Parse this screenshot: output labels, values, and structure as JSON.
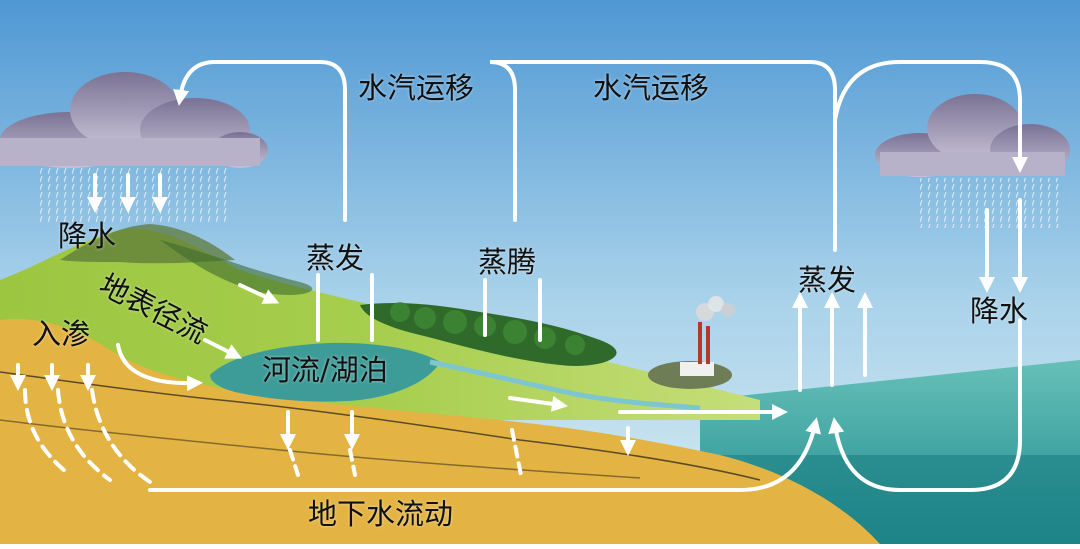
{
  "labels": {
    "vapor_transport_left": "水汽运移",
    "vapor_transport_right": "水汽运移",
    "precipitation_left": "降水",
    "precipitation_right": "降水",
    "evaporation_land": "蒸发",
    "evaporation_ocean": "蒸发",
    "transpiration": "蒸腾",
    "surface_runoff": "地表径流",
    "infiltration": "入渗",
    "river_lake": "河流/湖泊",
    "groundwater_flow": "地下水流动"
  },
  "colors": {
    "sky_top": "#5aa0d8",
    "sky_bottom": "#cfe6f2",
    "ocean": "#3a9c9a",
    "lake": "#3d9b98",
    "grass": "#8cbc3c",
    "forest": "#2f6a2a",
    "soil": "#e4b84a",
    "cloud": "#8e86a8",
    "arrow": "#ffffff"
  }
}
